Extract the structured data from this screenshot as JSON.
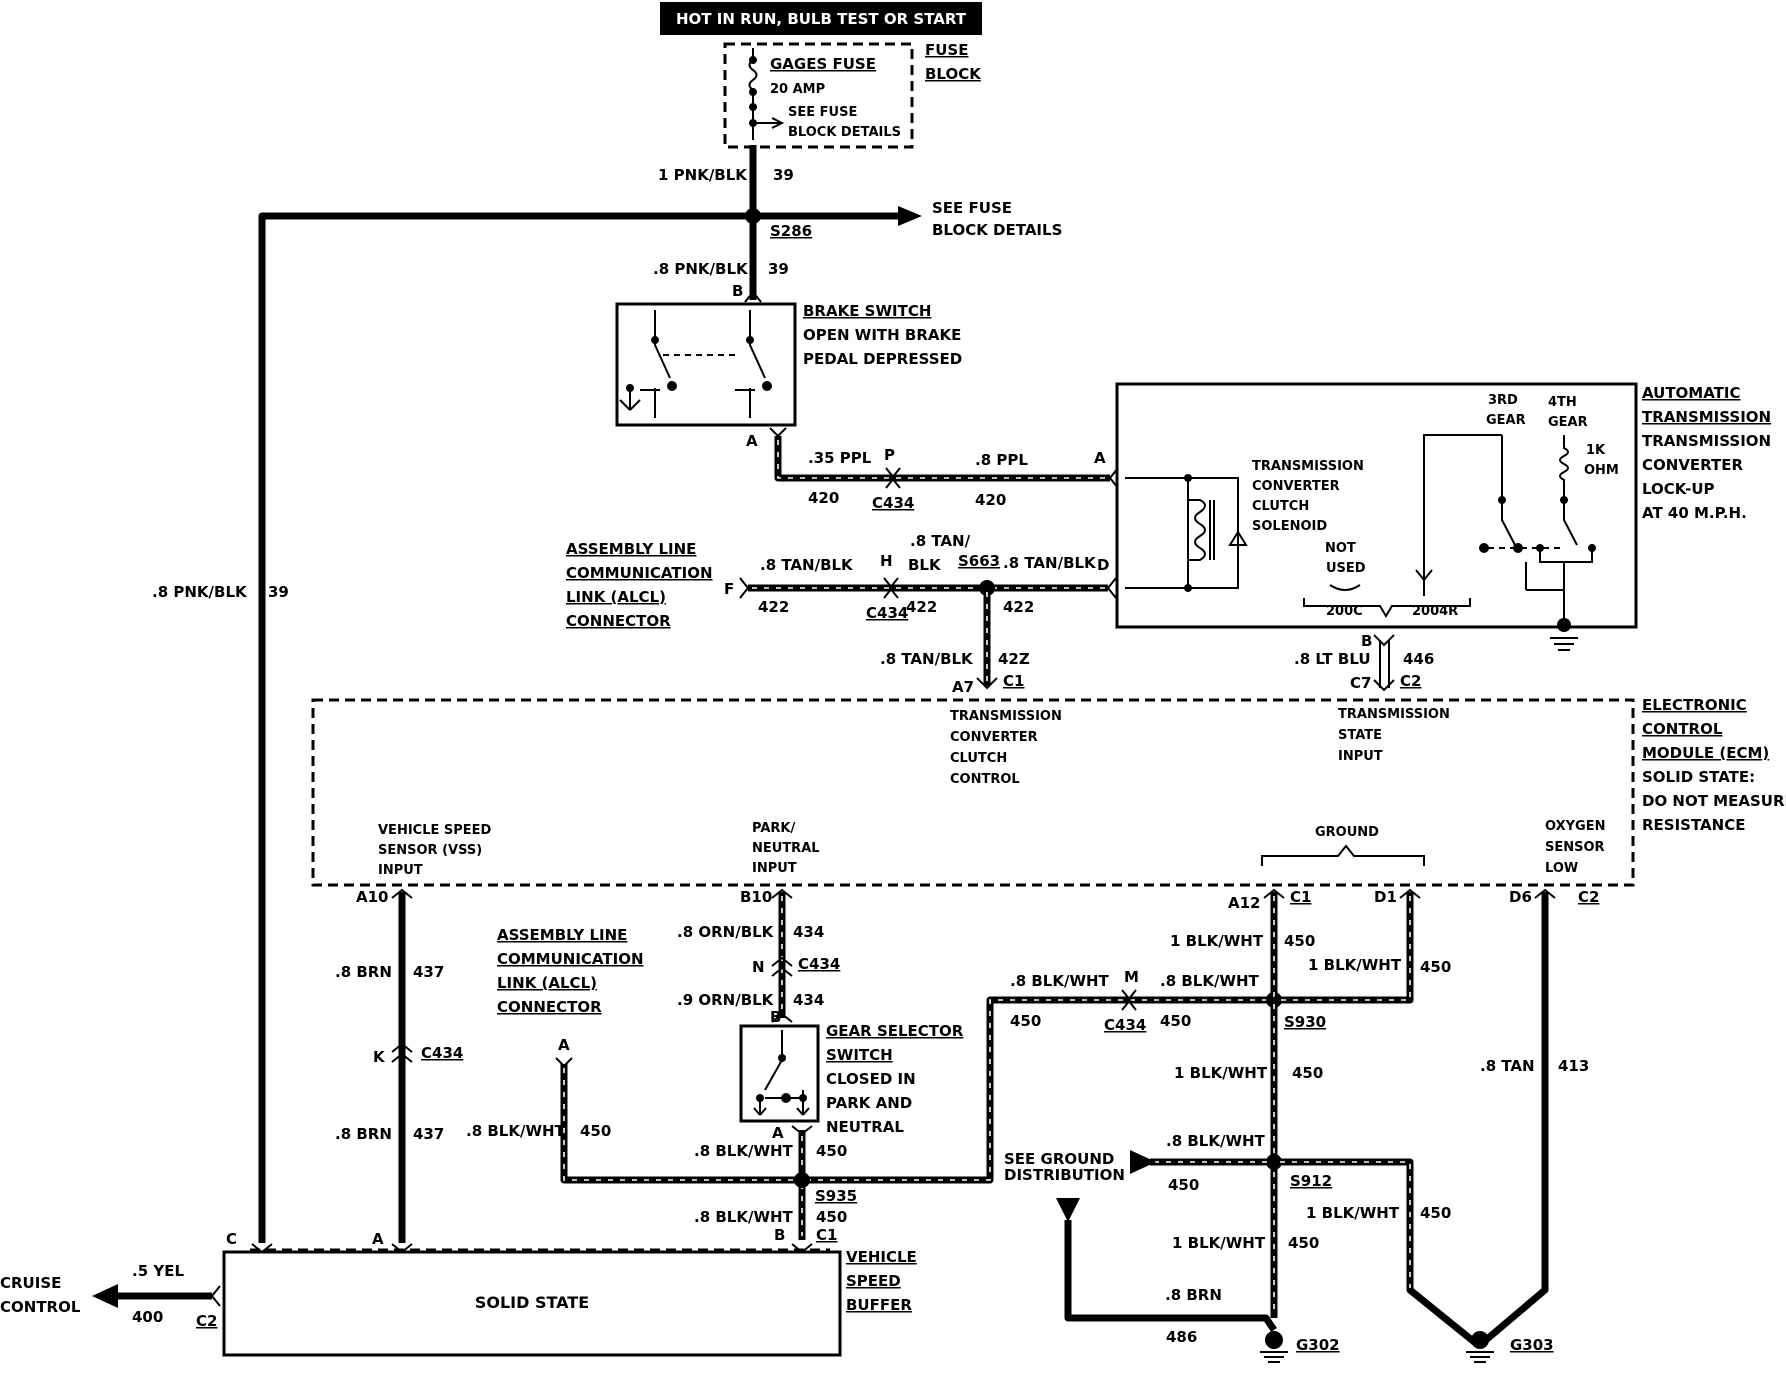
{
  "header": {
    "supply": "HOT IN RUN, BULB TEST OR START"
  },
  "fuse": {
    "name": "GAGES FUSE",
    "rating": "20 AMP",
    "note_line1": "SEE FUSE",
    "note_line2": "BLOCK DETAILS",
    "block_line1": "FUSE",
    "block_line2": "BLOCK"
  },
  "feed": {
    "wire_top": "1 PNK/BLK",
    "circuit": "39",
    "splice": "S286",
    "see_fuse_line1": "SEE FUSE",
    "see_fuse_line2": "BLOCK DETAILS",
    "wire_to_brake": ".8 PNK/BLK",
    "left_wire": ".8 PNK/BLK"
  },
  "brake_switch": {
    "line1": "BRAKE SWITCH",
    "line2": "OPEN WITH BRAKE",
    "line3": "PEDAL DEPRESSED",
    "pin_in": "B",
    "pin_out": "A"
  },
  "ppl_circuit": {
    "wire1": ".35 PPL",
    "wire2": ".8 PPL",
    "circuit": "420",
    "connector": "C434",
    "pin": "P",
    "tcc_pin": "A"
  },
  "transmission": {
    "heading_line1": "AUTOMATIC",
    "heading_line2": "TRANSMISSION",
    "line3": "TRANSMISSION",
    "line4": "CONVERTER",
    "line5": "LOCK-UP",
    "line6": "AT 40 M.P.H.",
    "solenoid_line1": "TRANSMISSION",
    "solenoid_line2": "CONVERTER",
    "solenoid_line3": "CLUTCH",
    "solenoid_line4": "SOLENOID",
    "gear3_line1": "3RD",
    "gear3_line2": "GEAR",
    "gear4_line1": "4TH",
    "gear4_line2": "GEAR",
    "resistor_line1": "1K",
    "resistor_line2": "OHM",
    "not_used_line1": "NOT",
    "not_used_line2": "USED",
    "model1": "200C",
    "model2": "2004R",
    "pin_d": "D",
    "pin_b": "B"
  },
  "alcl_top": {
    "line1": "ASSEMBLY LINE",
    "line2": "COMMUNICATION",
    "line3": "LINK (ALCL)",
    "line4": "CONNECTOR",
    "pin": "F"
  },
  "tan_circuit": {
    "wire1": ".8 TAN/BLK",
    "wire_mid_line1": ".8 TAN/",
    "wire_mid_line2": "BLK",
    "wire_right": ".8 TAN/BLK",
    "wire_down": ".8 TAN/BLK",
    "circuit": "422",
    "circuit_alt": "42Z",
    "connector": "C434",
    "pin": "H",
    "splice": "S663",
    "ecm_pin": "A7",
    "ecm_conn": "C1"
  },
  "lt_blu_circuit": {
    "wire": ".8 LT BLU",
    "circuit": "446",
    "ecm_pin": "C7",
    "ecm_conn": "C2"
  },
  "ecm": {
    "title_line1": "ELECTRONIC",
    "title_line2": "CONTROL",
    "title_line3": "MODULE (ECM)",
    "title_line4": "SOLID STATE:",
    "title_line5": "DO NOT MEASURE",
    "title_line6": "RESISTANCE",
    "tcc_line1": "TRANSMISSION",
    "tcc_line2": "CONVERTER",
    "tcc_line3": "CLUTCH",
    "tcc_line4": "CONTROL",
    "tsi_line1": "TRANSMISSION",
    "tsi_line2": "STATE",
    "tsi_line3": "INPUT",
    "vss_line1": "VEHICLE SPEED",
    "vss_line2": "SENSOR (VSS)",
    "vss_line3": "INPUT",
    "pn_line1": "PARK/",
    "pn_line2": "NEUTRAL",
    "pn_line3": "INPUT",
    "ground": "GROUND",
    "o2_line1": "OXYGEN",
    "o2_line2": "SENSOR",
    "o2_line3": "LOW",
    "pin_a10": "A10",
    "pin_b10": "B10",
    "pin_a12": "A12",
    "conn_c1": "C1",
    "pin_d1": "D1",
    "pin_d6": "D6",
    "conn_c2": "C2"
  },
  "brn_circuit": {
    "wire": ".8 BRN",
    "circuit": "437",
    "connector": "C434",
    "pin": "K"
  },
  "orn_circuit": {
    "wire1": ".8 ORN/BLK",
    "wire2": ".9 ORN/BLK",
    "circuit": "434",
    "connector": "C434",
    "pin": "N"
  },
  "alcl_bottom": {
    "line1": "ASSEMBLY LINE",
    "line2": "COMMUNICATION",
    "line3": "LINK (ALCL)",
    "line4": "CONNECTOR",
    "pin": "A"
  },
  "gear_switch": {
    "line1": "GEAR SELECTOR",
    "line2": "SWITCH",
    "line3": "CLOSED IN",
    "line4": "PARK AND",
    "line5": "NEUTRAL",
    "pin_in": "B",
    "pin_out": "A"
  },
  "ground_circuit": {
    "wire_blk_wht": ".8 BLK/WHT",
    "wire_1blk": "1 BLK/WHT",
    "circuit": "450",
    "splice_s935": "S935",
    "splice_s930": "S930",
    "splice_s912": "S912",
    "connector": "C434",
    "pin_m": "M",
    "see_ground_line1": "SEE GROUND",
    "see_ground_line2": "DISTRIBUTION",
    "wire_brn": ".8 BRN",
    "circuit_486": "486",
    "g302": "G302",
    "g303": "G303"
  },
  "tan_o2": {
    "wire": ".8 TAN",
    "circuit": "413"
  },
  "vss_buffer": {
    "body": "SOLID STATE",
    "title_line1": "VEHICLE",
    "title_line2": "SPEED",
    "title_line3": "BUFFER",
    "pin_c": "C",
    "pin_a": "A",
    "pin_b": "B",
    "conn_c1": "C1",
    "conn_c2": "C2"
  },
  "cruise": {
    "line1": "CRUISE",
    "line2": "CONTROL",
    "wire": ".5 YEL",
    "circuit": "400"
  }
}
